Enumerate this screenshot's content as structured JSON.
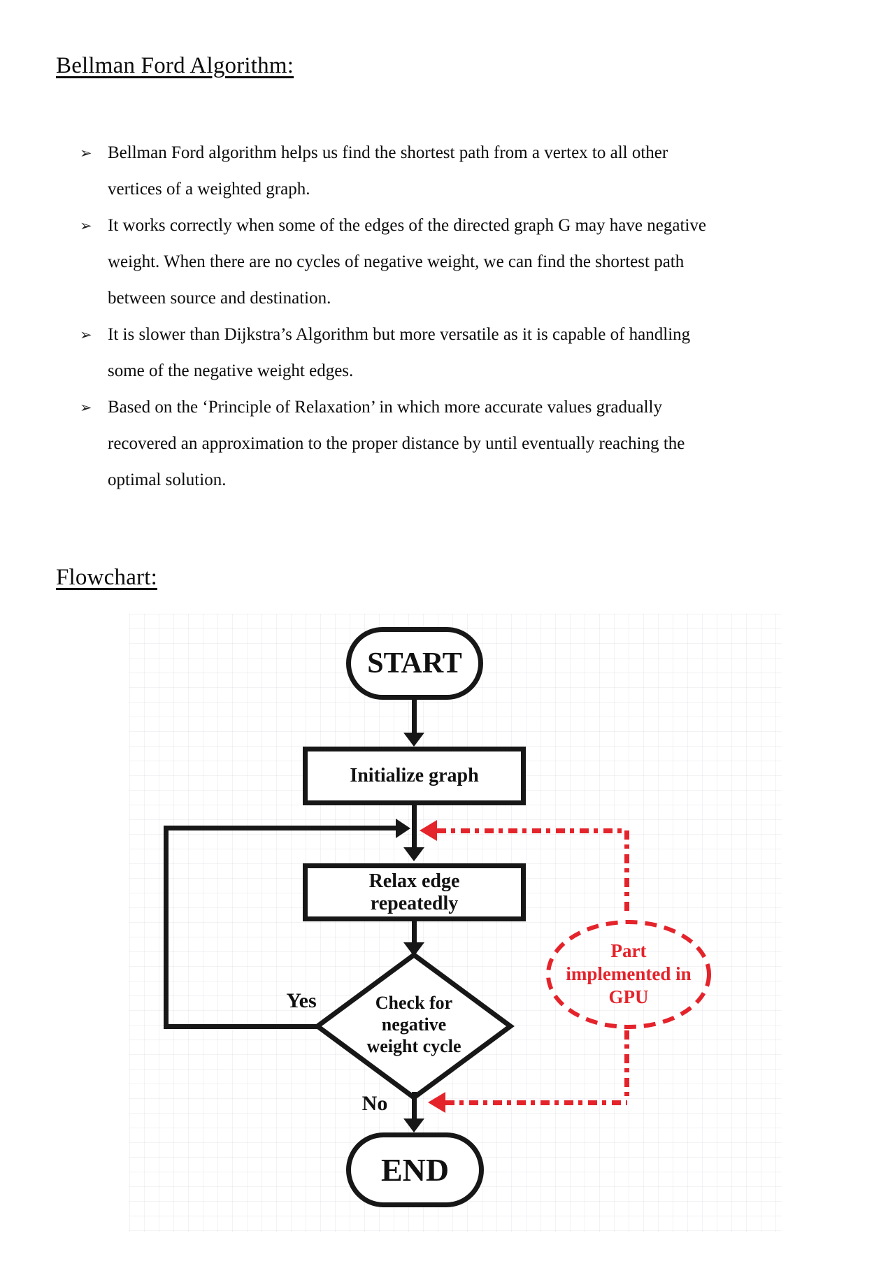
{
  "headings": {
    "title": "Bellman Ford Algorithm:",
    "flowchart": "Flowchart:"
  },
  "bullet_marker": "➢",
  "bullets": [
    {
      "lines": [
        "Bellman Ford algorithm helps us find the shortest path from a vertex to all other",
        "vertices of a weighted graph."
      ]
    },
    {
      "lines": [
        "It works correctly when some of the edges of the directed graph G may have negative",
        "weight. When there are no cycles of negative weight, we can find the shortest path",
        "between source and destination."
      ]
    },
    {
      "lines": [
        "It is slower than Dijkstra’s Algorithm but more versatile as it is capable of handling",
        "some of the negative weight edges."
      ]
    },
    {
      "lines": [
        "Based on the ‘Principle of Relaxation’ in which more accurate values gradually",
        "recovered an approximation to the proper distance by until eventually reaching the",
        "optimal solution."
      ]
    }
  ],
  "flowchart": {
    "colors": {
      "line": "#171717",
      "annotation_red": "#e4232b"
    },
    "nodes": {
      "start": "START",
      "initialize": "Initialize graph",
      "relax_line1": "Relax edge",
      "relax_line2": "repeatedly",
      "decision_line1": "Check for",
      "decision_line2": "negative",
      "decision_line3": "weight cycle",
      "end": "END"
    },
    "edge_labels": {
      "yes": "Yes",
      "no": "No"
    },
    "annotation": {
      "line1": "Part",
      "line2": "implemented in",
      "line3": "GPU"
    }
  }
}
